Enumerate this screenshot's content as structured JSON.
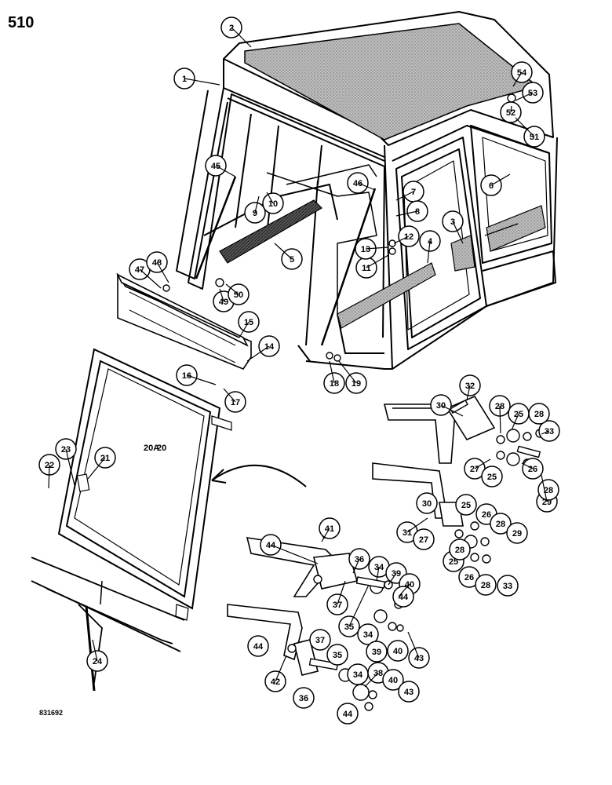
{
  "page_number": "510",
  "drawing_number": "831692",
  "callouts": [
    "1",
    "2",
    "3",
    "4",
    "5",
    "6",
    "7",
    "8",
    "9",
    "10",
    "11",
    "12",
    "13",
    "14",
    "15",
    "16",
    "17",
    "18",
    "19",
    "20",
    "20A",
    "21",
    "22",
    "23",
    "24",
    "25",
    "26",
    "27",
    "28",
    "29",
    "30",
    "31",
    "32",
    "33",
    "34",
    "35",
    "36",
    "37",
    "38",
    "39",
    "40",
    "41",
    "42",
    "43",
    "44",
    "45",
    "46",
    "47",
    "48",
    "49",
    "50",
    "51",
    "52",
    "53",
    "54"
  ]
}
